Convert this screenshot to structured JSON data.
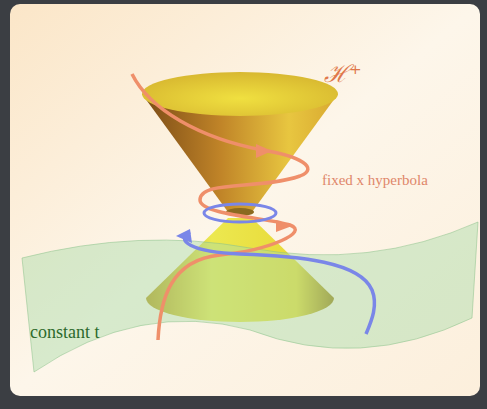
{
  "diagram": {
    "labels": [
      "ℋ⁺",
      "fixed x hyperbola",
      "constant t"
    ]
  }
}
